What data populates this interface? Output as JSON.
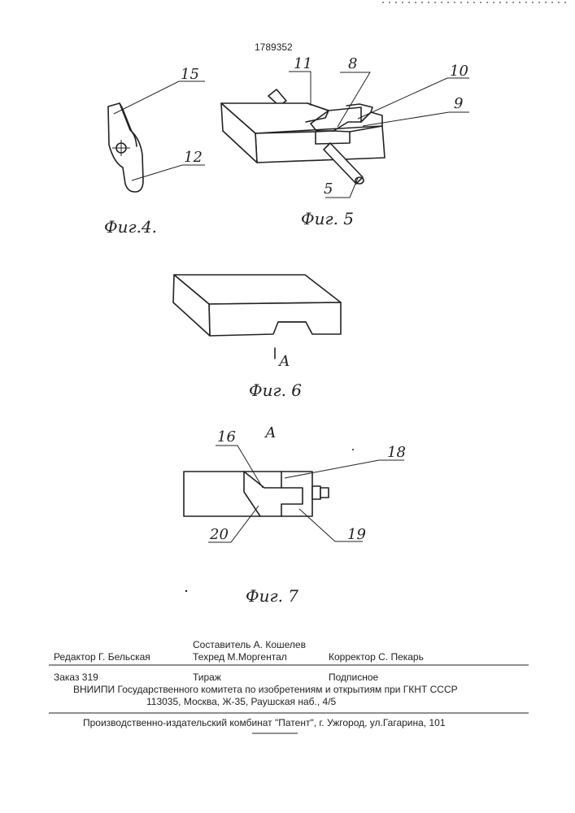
{
  "patent_number": "1789352",
  "figures": {
    "fig4": {
      "caption": "Фиг.4.",
      "labels": [
        "15",
        "12"
      ]
    },
    "fig5": {
      "caption": "Фиг. 5",
      "labels": [
        "11",
        "8",
        "10",
        "9",
        "5"
      ]
    },
    "fig6": {
      "caption": "Фиг. 6",
      "view_marker": "А"
    },
    "fig7": {
      "caption": "Фиг. 7",
      "view_title": "А",
      "labels": [
        "16",
        "18",
        "20",
        "19"
      ]
    }
  },
  "imprint": {
    "compiler": "Составитель  А. Кошелев",
    "editor": "Редактор  Г. Бельская",
    "techred": "Техред М.Моргентал",
    "corrector": "Корректор   С. Пекарь",
    "order": "Заказ  319",
    "circulation": "Тираж",
    "subscription": "Подписное",
    "org": "ВНИИПИ Государственного комитета по изобретениям и открытиям при ГКНТ СССР",
    "address": "113035, Москва, Ж-35, Раушская наб., 4/5",
    "printer": "Производственно-издательский комбинат \"Патент\", г. Ужгород, ул.Гагарина, 101"
  }
}
